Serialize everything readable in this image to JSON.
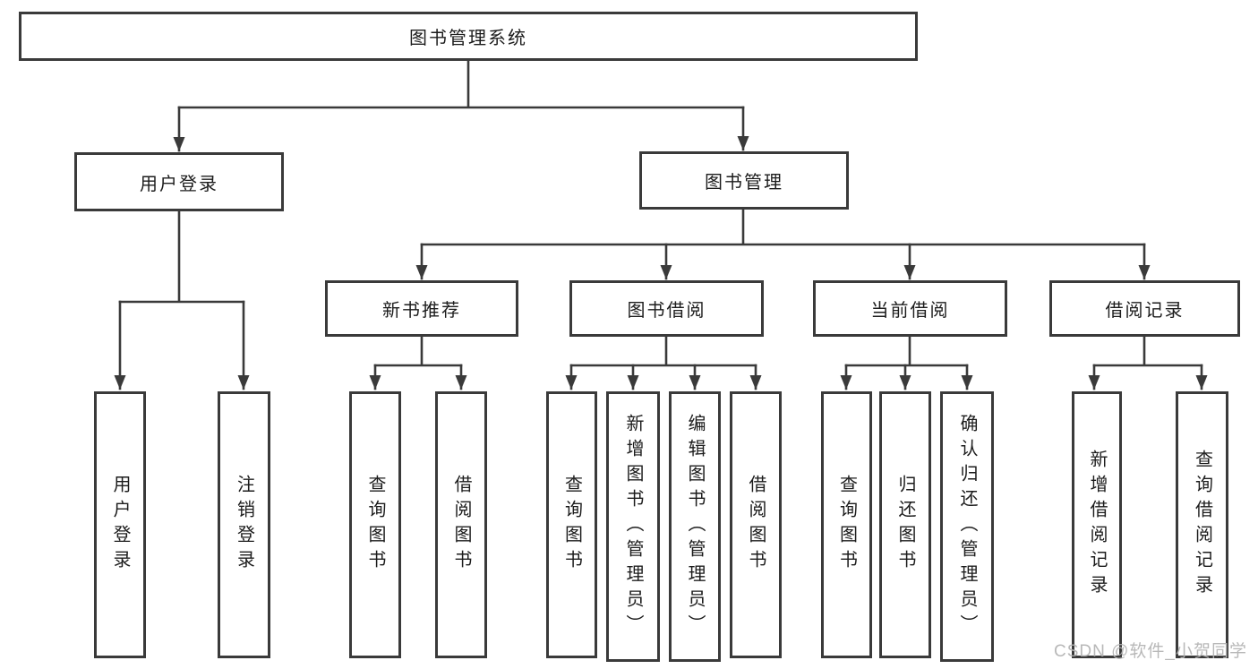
{
  "diagram": {
    "title": "图书管理系统",
    "branches": [
      {
        "label": "用户登录",
        "children": [
          {
            "label": "用户登录"
          },
          {
            "label": "注销登录"
          }
        ]
      },
      {
        "label": "图书管理",
        "children": [
          {
            "label": "新书推荐",
            "children": [
              {
                "label": "查询图书"
              },
              {
                "label": "借阅图书"
              }
            ]
          },
          {
            "label": "图书借阅",
            "children": [
              {
                "label": "查询图书"
              },
              {
                "label": "新增图书（管理员）"
              },
              {
                "label": "编辑图书（管理员）"
              },
              {
                "label": "借阅图书"
              }
            ]
          },
          {
            "label": "当前借阅",
            "children": [
              {
                "label": "查询图书"
              },
              {
                "label": "归还图书"
              },
              {
                "label": "确认归还（管理员）"
              }
            ]
          },
          {
            "label": "借阅记录",
            "children": [
              {
                "label": "新增借阅记录"
              },
              {
                "label": "查询借阅记录"
              }
            ]
          }
        ]
      }
    ]
  },
  "watermark": {
    "text": "CSDN @软件_小贺同学"
  },
  "colors": {
    "line": "#3a3a3a",
    "text": "#1c1c1c",
    "background": "#ffffff",
    "watermark": "#b3b3b3"
  }
}
